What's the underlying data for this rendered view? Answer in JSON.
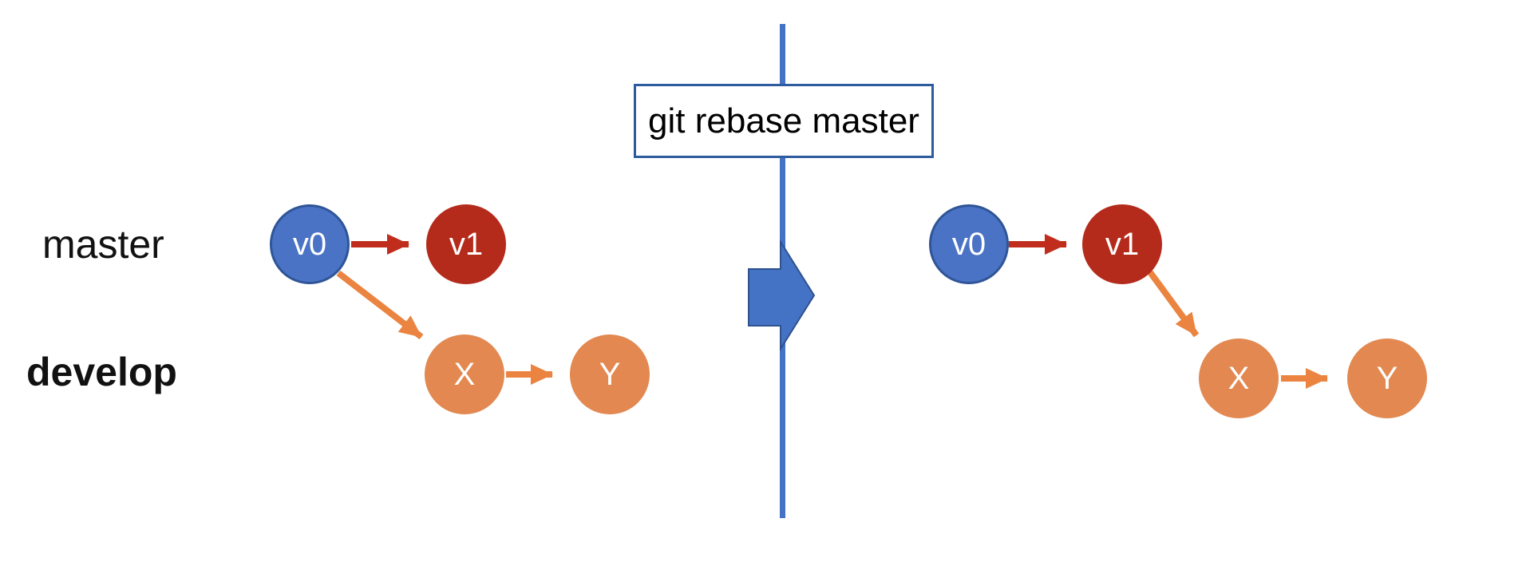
{
  "command_box": {
    "label": "git rebase master"
  },
  "branch_labels": {
    "master": "master",
    "develop": "develop"
  },
  "before": {
    "nodes": {
      "v0": "v0",
      "v1": "v1",
      "x": "X",
      "y": "Y"
    },
    "edges": [
      "v0->v1",
      "v0->X",
      "X->Y"
    ]
  },
  "after": {
    "nodes": {
      "v0": "v0",
      "v1": "v1",
      "x": "X",
      "y": "Y"
    },
    "edges": [
      "v0->v1",
      "v1->X",
      "X->Y"
    ]
  },
  "colors": {
    "accent_blue": "#4472C4",
    "accent_blue_dark": "#2F528F",
    "box_border_blue": "#2E5B9E",
    "commit_blue": "#4A73C5",
    "commit_blue_border": "#2F5597",
    "commit_red": "#B42B1C",
    "arrow_red": "#C02D1C",
    "commit_orange": "#E28850",
    "arrow_orange": "#EA8440",
    "node_text": "#FFFFFF",
    "label_text": "#111111"
  }
}
